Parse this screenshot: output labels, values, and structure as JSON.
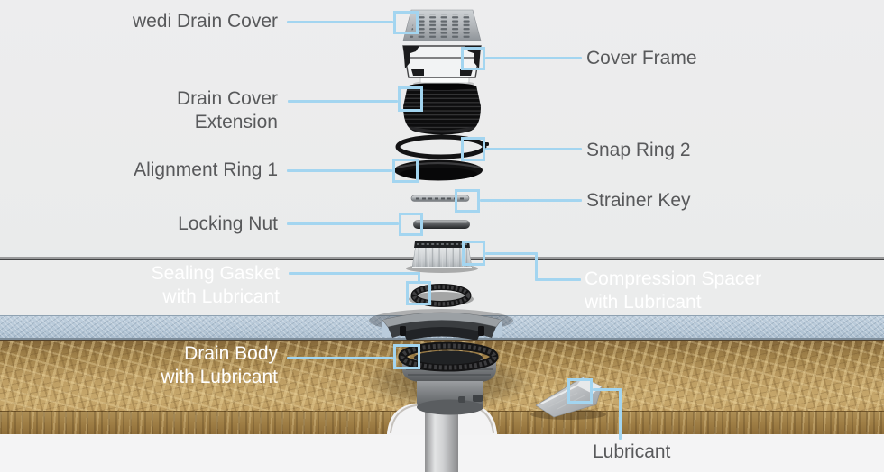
{
  "diagram": {
    "type": "exploded-assembly-diagram",
    "subject": "wedi Drain installation cross-section"
  },
  "colors": {
    "callout": "#a3d5f0",
    "text_dark": "#58595b",
    "text_light": "#ffffff",
    "bg_top": "#ebecec",
    "board_gray": "#5f5f60",
    "foam_blue": "#b5c7d7",
    "wood_tan": "#c0a065",
    "bg_bottom": "#f4f4f5"
  },
  "labels": {
    "wedi_drain_cover": {
      "text": "wedi Drain Cover"
    },
    "cover_frame": {
      "text": "Cover Frame"
    },
    "drain_cover_extension": {
      "line1": "Drain Cover",
      "line2": "Extension"
    },
    "snap_ring_2": {
      "text": "Snap Ring 2"
    },
    "alignment_ring_1": {
      "text": "Alignment Ring 1"
    },
    "strainer_key": {
      "text": "Strainer Key"
    },
    "locking_nut": {
      "text": "Locking Nut"
    },
    "sealing_gasket": {
      "line1": "Sealing Gasket",
      "line2": "with Lubricant"
    },
    "compression_spacer": {
      "line1": "Compression Spacer",
      "line2": "with Lubricant"
    },
    "drain_body": {
      "line1": "Drain Body",
      "line2": "with Lubricant"
    },
    "lubricant": {
      "text": "Lubricant"
    }
  },
  "parts": [
    "wedi Drain Cover",
    "Cover Frame",
    "Drain Cover Extension",
    "Snap Ring 2",
    "Alignment Ring 1",
    "Strainer Key",
    "Locking Nut",
    "Compression Spacer with Lubricant",
    "Sealing Gasket with Lubricant",
    "Drain Body with Lubricant",
    "Lubricant"
  ]
}
